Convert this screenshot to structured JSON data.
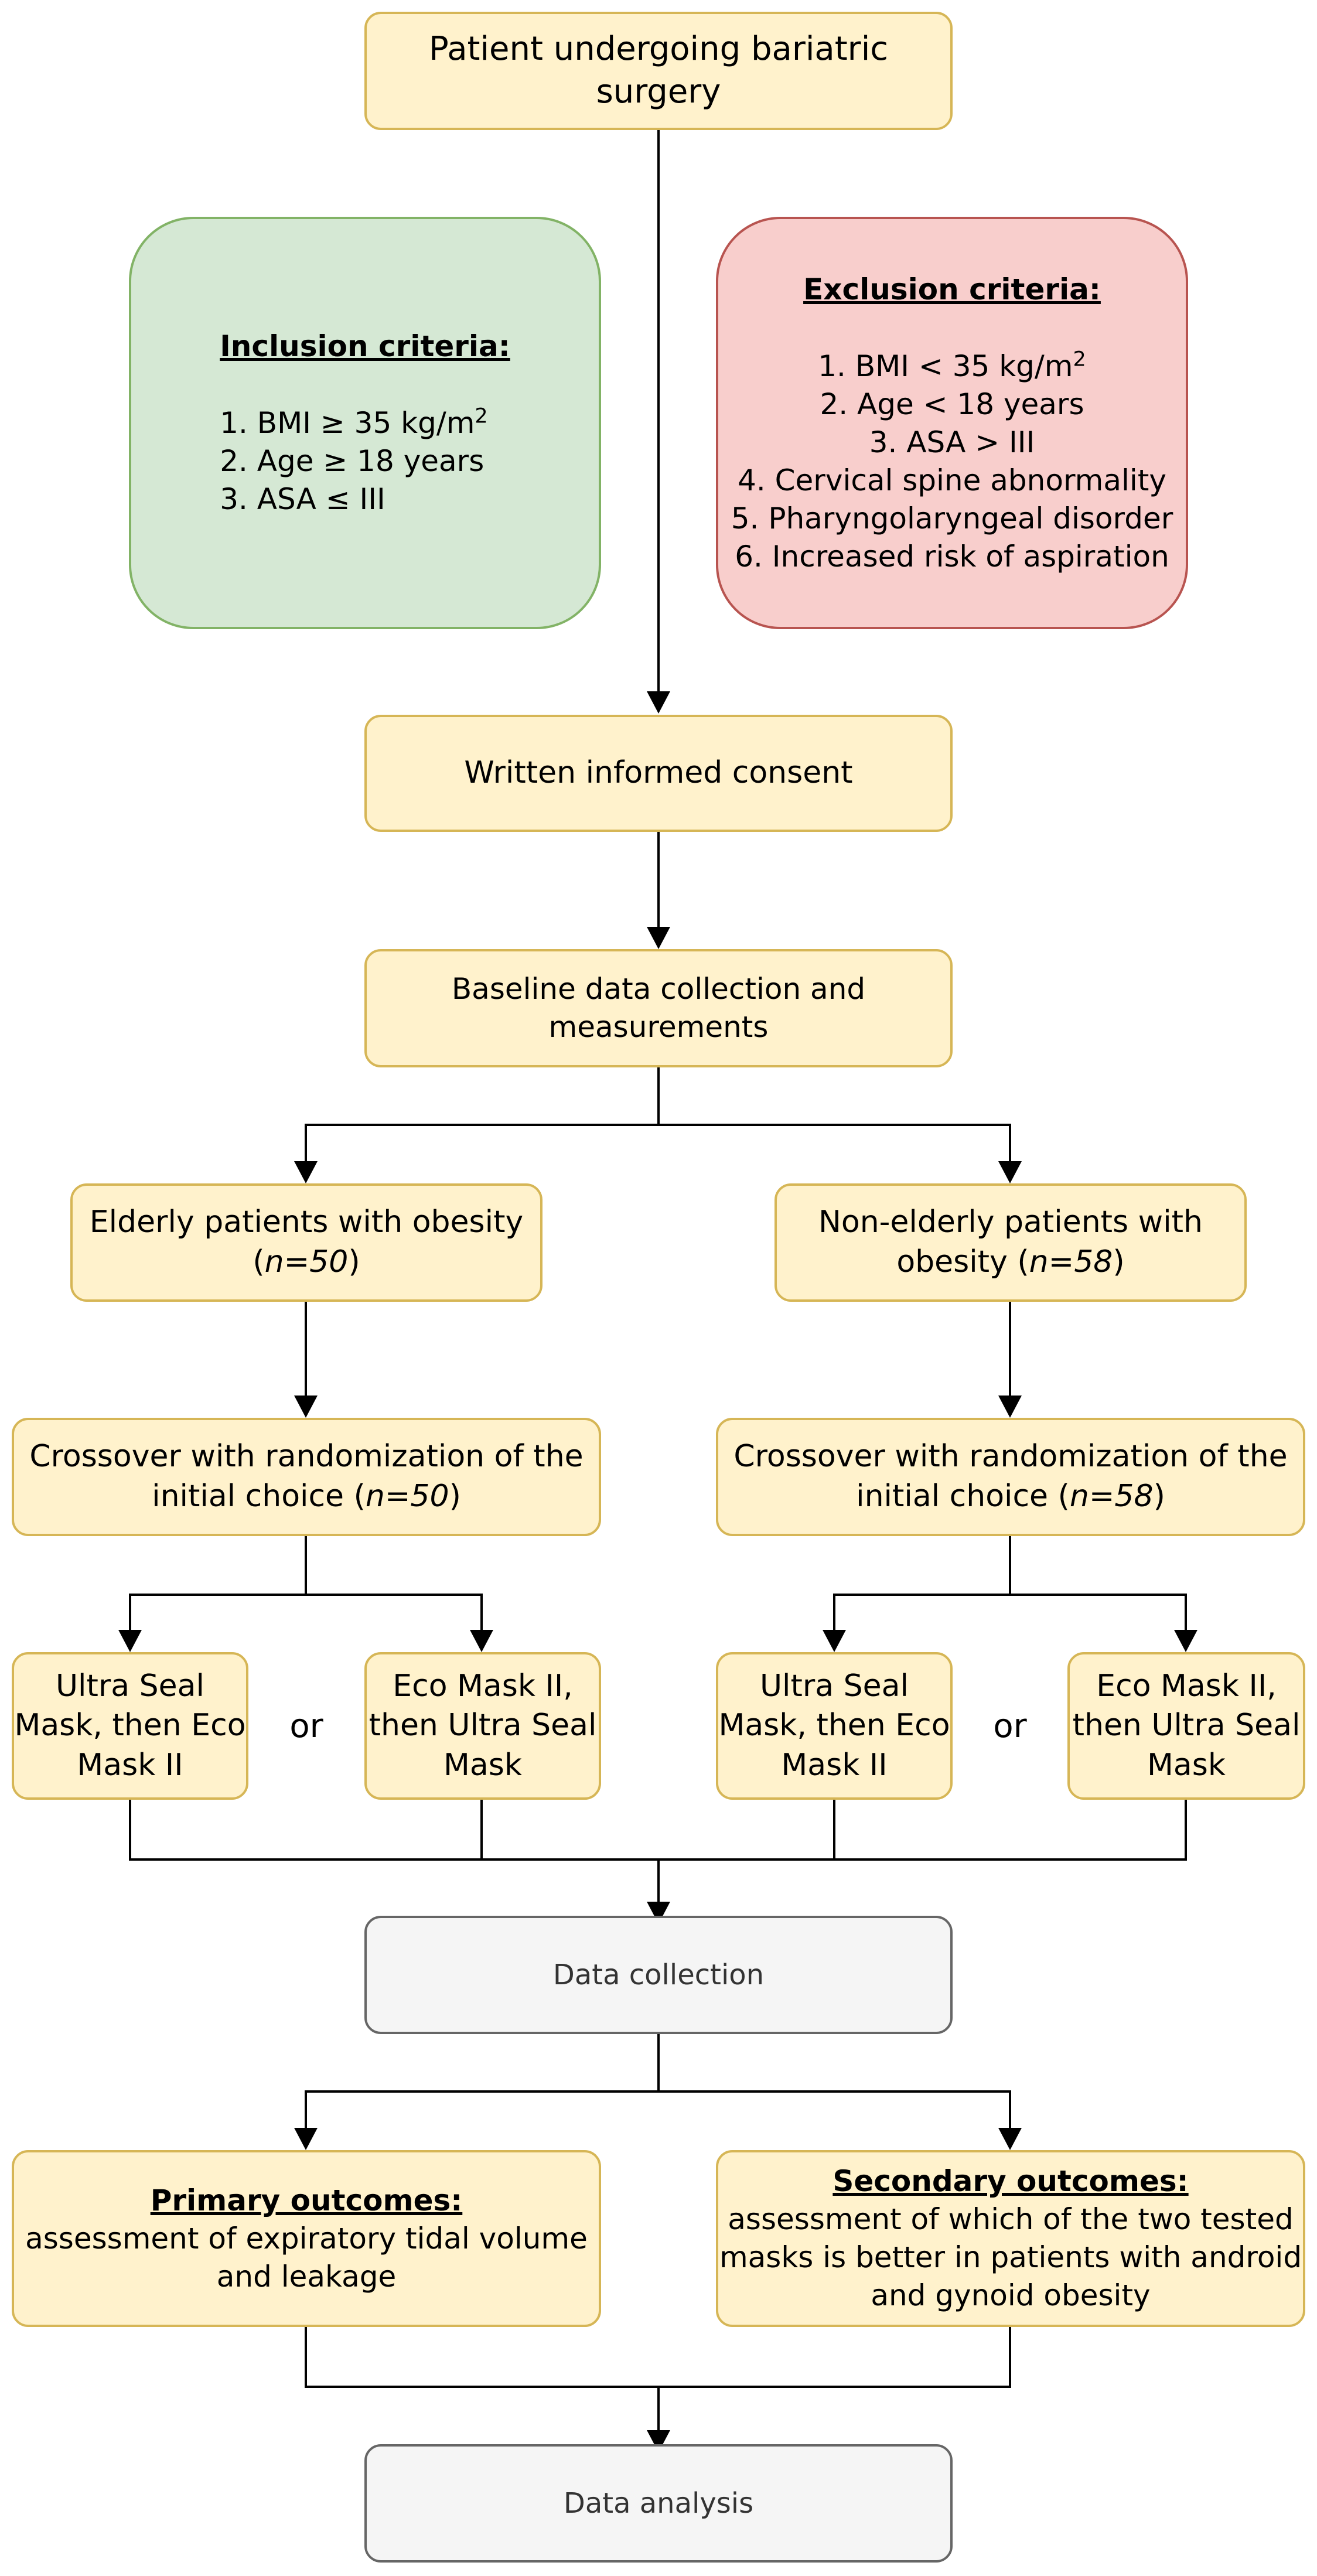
{
  "boxes": {
    "start": "Patient undergoing bariatric surgery",
    "inclusion": {
      "heading": "Inclusion criteria:",
      "item1": "1. BMI ≥ 35 kg/m",
      "item1_sup": "2",
      "item2": "2. Age ≥ 18 years",
      "item3": "3. ASA ≤ III"
    },
    "exclusion": {
      "heading": "Exclusion criteria:",
      "item1": "1. BMI < 35 kg/m",
      "item1_sup": "2",
      "item2": "2. Age < 18 years",
      "item3": "3. ASA > III",
      "item4": "4. Cervical spine abnormality",
      "item5": "5. Pharyngolaryngeal disorder",
      "item6": "6. Increased risk of aspiration"
    },
    "consent": "Written informed consent",
    "baseline_line1": "Baseline data collection and",
    "baseline_line2": "measurements",
    "elderly": {
      "line1": "Elderly patients with obesity",
      "n_open": "(",
      "n": "n=50",
      "n_close": ")"
    },
    "nonelderly": {
      "line1": "Non-elderly patients with",
      "line2_prefix": "obesity (",
      "n": "n=58",
      "n_close": ")"
    },
    "crossover_left": {
      "line1": "Crossover with randomization of the",
      "line2_prefix": "initial choice (",
      "n": "n=50",
      "n_close": ")"
    },
    "crossover_right": {
      "line1": "Crossover with randomization of the",
      "line2_prefix": "initial choice (",
      "n": "n=58",
      "n_close": ")"
    },
    "ultra_first": {
      "line1": "Ultra Seal",
      "line2": "Mask, then Eco",
      "line3": "Mask II"
    },
    "eco_first": {
      "line1": "Eco Mask II,",
      "line2": "then Ultra Seal",
      "line3": "Mask"
    },
    "or_label": "or",
    "data_collection": "Data collection",
    "primary": {
      "heading": "Primary outcomes:",
      "line1": "assessment of expiratory tidal volume",
      "line2": "and leakage"
    },
    "secondary": {
      "heading": "Secondary outcomes:",
      "line1": "assessment of which of the two tested",
      "line2": "masks is better in patients with android",
      "line3": "and gynoid obesity"
    },
    "data_analysis": "Data analysis"
  },
  "colors": {
    "process_fill": "#fff2cc",
    "process_border": "#d6b656",
    "terminal_fill": "#f5f5f5",
    "terminal_border": "#666666",
    "inclusion_fill": "#d5e8d4",
    "inclusion_border": "#82b366",
    "exclusion_fill": "#f8cecc",
    "exclusion_border": "#b85450"
  }
}
